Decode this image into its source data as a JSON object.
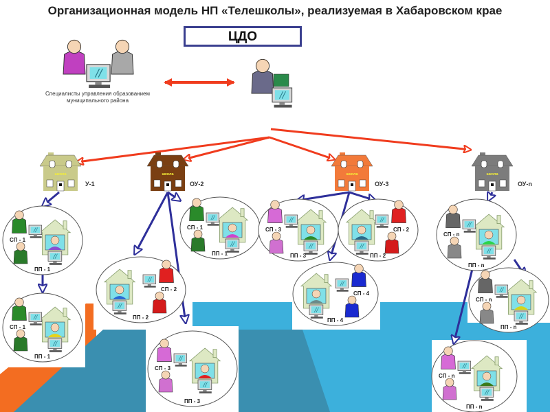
{
  "title": "Организационная модель НП «Телешколы», реализуемая в Хабаровском крае",
  "center": {
    "label": "ЦДО",
    "box_color": "#3a3f8f"
  },
  "specialists": {
    "caption": "Специалисты управления образованием муниципального района"
  },
  "colors": {
    "red_arrow": "#f03c1e",
    "blue_arrow": "#2e2f9a",
    "bg_orange": "#f36d21",
    "bg_teal": "#3a8fb0",
    "bg_sky": "#3cb0dc",
    "house_wall": "#dde8c3"
  },
  "schools": [
    {
      "id": "u1",
      "label": "У-1",
      "color": "#c9ca8a",
      "sign": "школа"
    },
    {
      "id": "ou2",
      "label": "ОУ-2",
      "color": "#7a3f12",
      "sign": "школа"
    },
    {
      "id": "ou3",
      "label": "ОУ-3",
      "color": "#f27a3a",
      "sign": "школа"
    },
    {
      "id": "oun",
      "label": "ОУ-n",
      "color": "#7c7c7c",
      "sign": "школа"
    }
  ],
  "groups": [
    {
      "id": "g1a",
      "sp": "СП - 1",
      "pp": "ПП - 1",
      "teacher": "#2a8a2a",
      "parent": "#2a7a2a",
      "child": "#8a4fcf"
    },
    {
      "id": "g1b",
      "sp": "СП - 1",
      "pp": "ПП - 1",
      "teacher": "#2a8a2a",
      "parent": "#2a7a2a",
      "child": "#e6d21c"
    },
    {
      "id": "g2a",
      "sp": "СП - 1",
      "pp": "ПП - 1",
      "teacher": "#2a8a2a",
      "parent": "#2a7a2a",
      "child": "#cc44cc"
    },
    {
      "id": "g2b",
      "sp": "СП - 2",
      "pp": "ПП - 2",
      "teacher": "#e02020",
      "parent": "#d41b1b",
      "child": "#2a6ad4"
    },
    {
      "id": "g2c",
      "sp": "СП - 3",
      "pp": "ПП - 3",
      "teacher": "#d66ad6",
      "parent": "#d070d0",
      "child": "#e02020"
    },
    {
      "id": "g3a",
      "sp": "СП - 3",
      "pp": "ПП - 3",
      "teacher": "#d66ad6",
      "parent": "#d070d0",
      "child": "#2a8a2a"
    },
    {
      "id": "g3b",
      "sp": "СП - 2",
      "pp": "ПП - 2",
      "teacher": "#e02020",
      "parent": "#d41b1b",
      "child": "#2a6a8a"
    },
    {
      "id": "g3c",
      "sp": "СП - 4",
      "pp": "ПП - 4",
      "teacher": "#1a2ad0",
      "parent": "#1a2ad0",
      "child": "#6a8a8a"
    },
    {
      "id": "gna",
      "sp": "СП - n",
      "pp": "ПП - n",
      "teacher": "#666666",
      "parent": "#888888",
      "child": "#2ad44a"
    },
    {
      "id": "gnb",
      "sp": "СП - n",
      "pp": "ПП - n",
      "teacher": "#666666",
      "parent": "#888888",
      "child": "#d4d41c"
    },
    {
      "id": "gnc",
      "sp": "СП - n",
      "pp": "ПП - n",
      "teacher": "#d66ad6",
      "parent": "#d070d0",
      "child": "#3a7a1a"
    }
  ]
}
